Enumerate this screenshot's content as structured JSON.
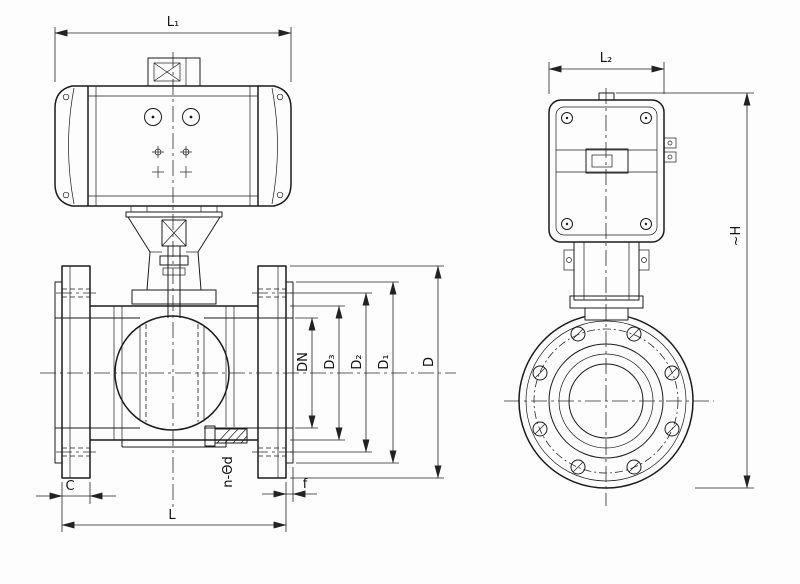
{
  "labels": {
    "L1": "L₁",
    "L2": "L₂",
    "DN": "DN",
    "D3": "D₃",
    "D2": "D₂",
    "D1": "D₁",
    "D": "D",
    "H": "~H",
    "C": "C",
    "L": "L",
    "f": "f",
    "n_theta_d": "n-Θd"
  },
  "colors": {
    "line": "#1b1b1b",
    "dimension": "#222222",
    "background": "#fdfdfd"
  }
}
